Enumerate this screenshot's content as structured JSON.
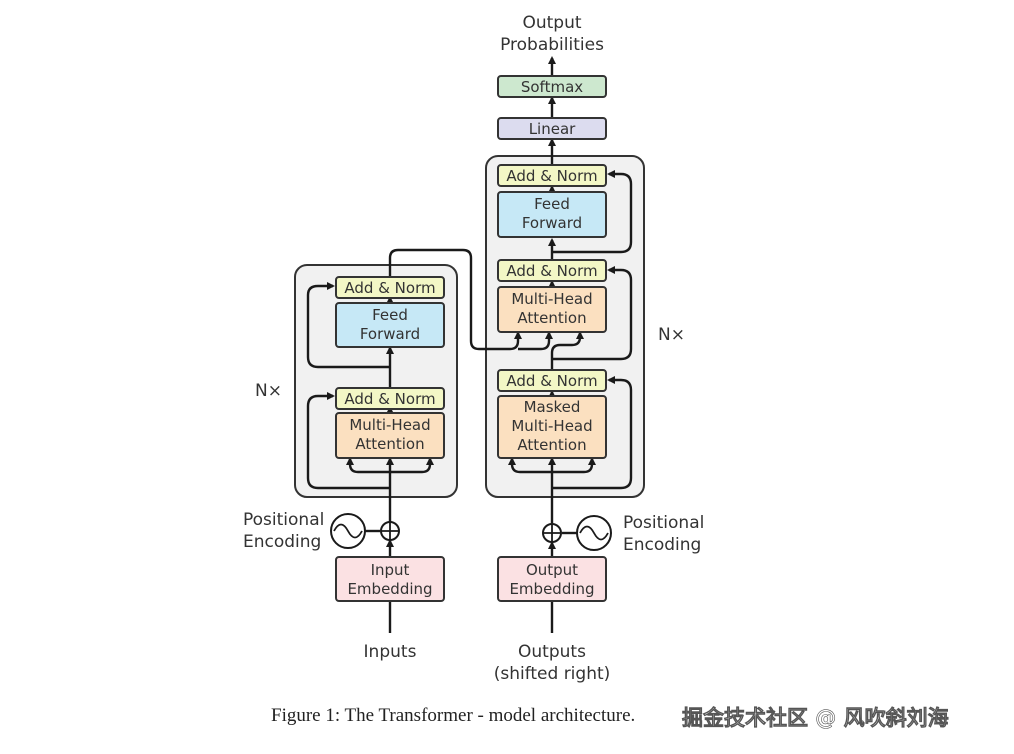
{
  "diagram": {
    "output_label_1": "Output",
    "output_label_2": "Probabilities",
    "softmax": "Softmax",
    "linear": "Linear",
    "encoder": {
      "nx": "N×",
      "add_norm_top": "Add & Norm",
      "feed_forward_1": "Feed",
      "feed_forward_2": "Forward",
      "add_norm_bottom": "Add & Norm",
      "attention_1": "Multi-Head",
      "attention_2": "Attention",
      "pos_enc_1": "Positional",
      "pos_enc_2": "Encoding",
      "embedding_1": "Input",
      "embedding_2": "Embedding",
      "input_label": "Inputs"
    },
    "decoder": {
      "nx": "N×",
      "add_norm_top": "Add & Norm",
      "feed_forward_1": "Feed",
      "feed_forward_2": "Forward",
      "add_norm_middle": "Add & Norm",
      "attention_1": "Multi-Head",
      "attention_2": "Attention",
      "add_norm_bottom": "Add & Norm",
      "masked_1": "Masked",
      "masked_2": "Multi-Head",
      "masked_3": "Attention",
      "pos_enc_1": "Positional",
      "pos_enc_2": "Encoding",
      "embedding_1": "Output",
      "embedding_2": "Embedding",
      "output_label_1": "Outputs",
      "output_label_2": "(shifted right)"
    },
    "colors": {
      "add_norm": "#f3f7c6",
      "feed_forward": "#c6e8f6",
      "attention": "#fbe0c0",
      "embedding": "#fbe1e3",
      "softmax": "#cde8cf",
      "linear": "#dcdcef",
      "block_bg": "#f1f1f1"
    }
  },
  "caption": "Figure 1: The Transformer - model architecture.",
  "watermark": "掘金技术社区 @ 风吹斜刘海"
}
